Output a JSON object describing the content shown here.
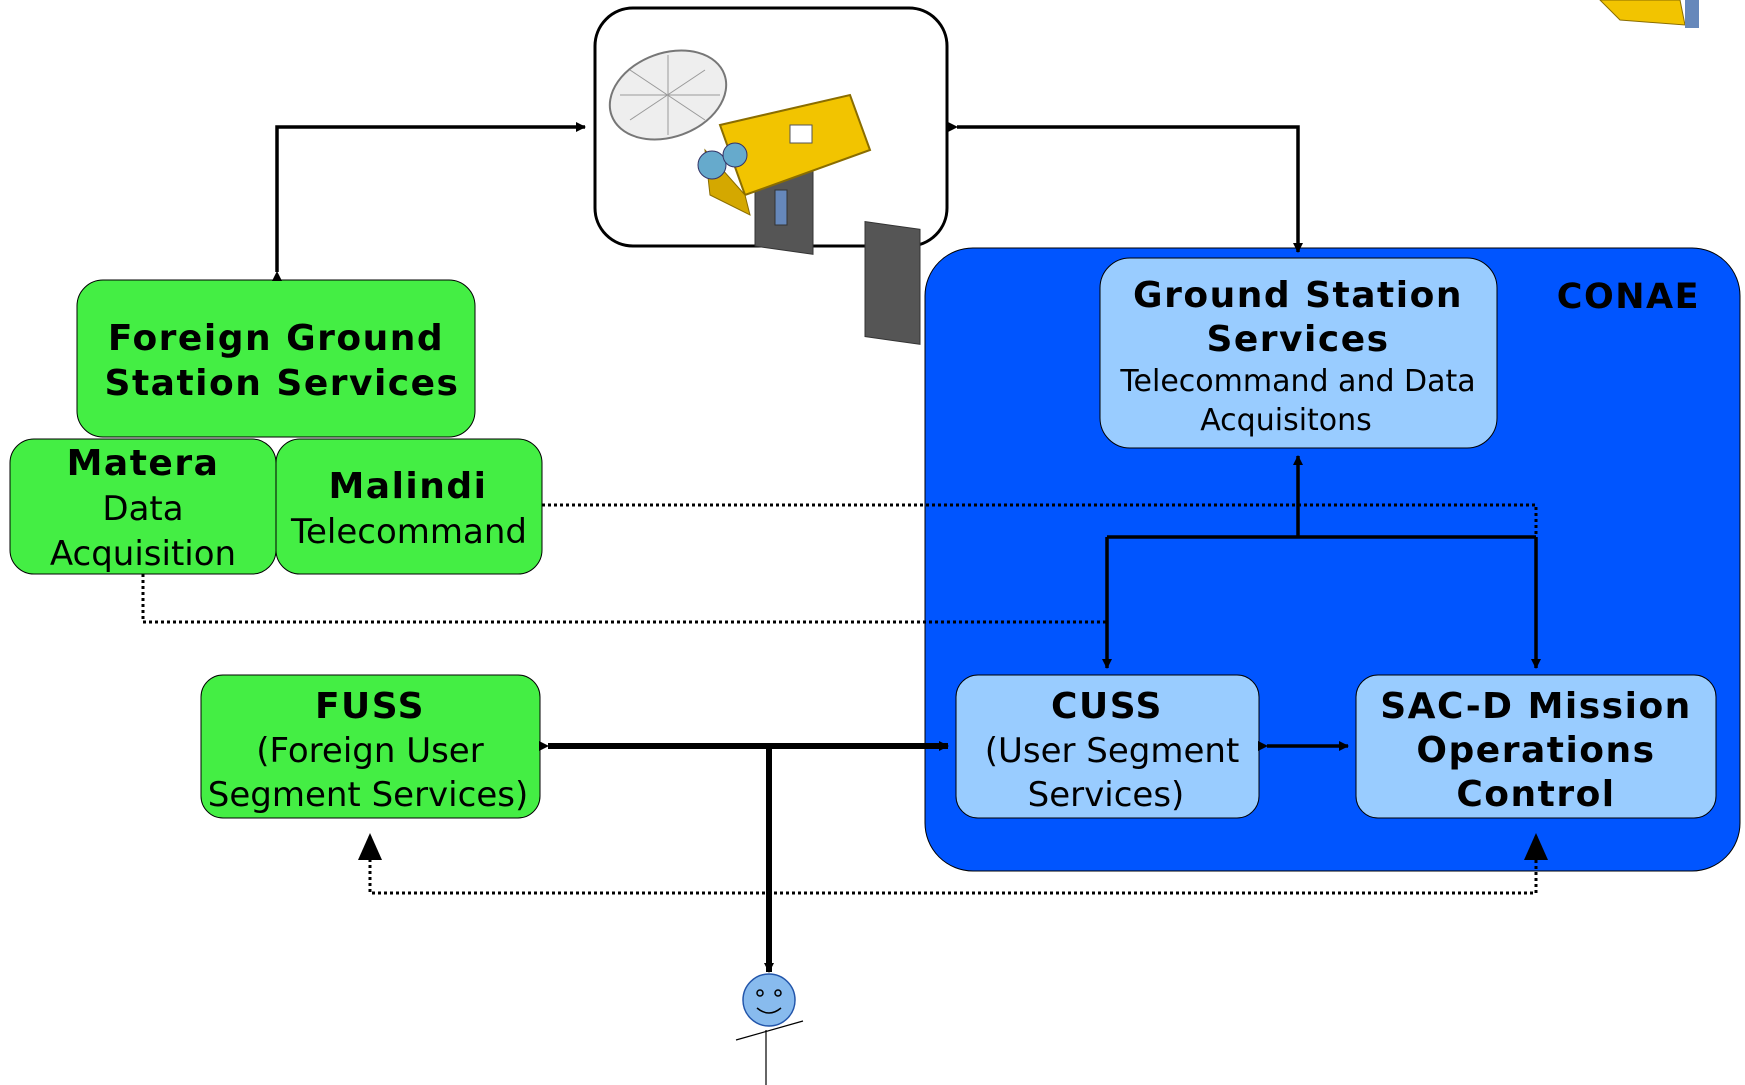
{
  "diagram": {
    "conae_label": "CONAE",
    "satellite_icon": "satellite-icon",
    "foreign_ground": {
      "line1": "Foreign Ground",
      "line2": "Station Services"
    },
    "matera": {
      "title": "Matera",
      "line1": "Data",
      "line2": "Acquisition"
    },
    "malindi": {
      "title": "Malindi",
      "line1": "Telecommand"
    },
    "fuss": {
      "title": "FUSS",
      "line1": "(Foreign User",
      "line2": "Segment Services)"
    },
    "ground_station": {
      "line1": "Ground Station",
      "line2": "Services",
      "line3": "Telecommand and Data",
      "line4": "Acquisitons"
    },
    "cuss": {
      "title": "CUSS",
      "line1": "(User Segment",
      "line2": "Services)"
    },
    "sacd": {
      "line1": "SAC-D Mission",
      "line2": "Operations",
      "line3": "Control"
    },
    "user_icon": "user-icon",
    "colors": {
      "green": "#44ee44",
      "blue": "#0055ff",
      "light_blue": "#99ccff",
      "black": "#000000"
    }
  }
}
